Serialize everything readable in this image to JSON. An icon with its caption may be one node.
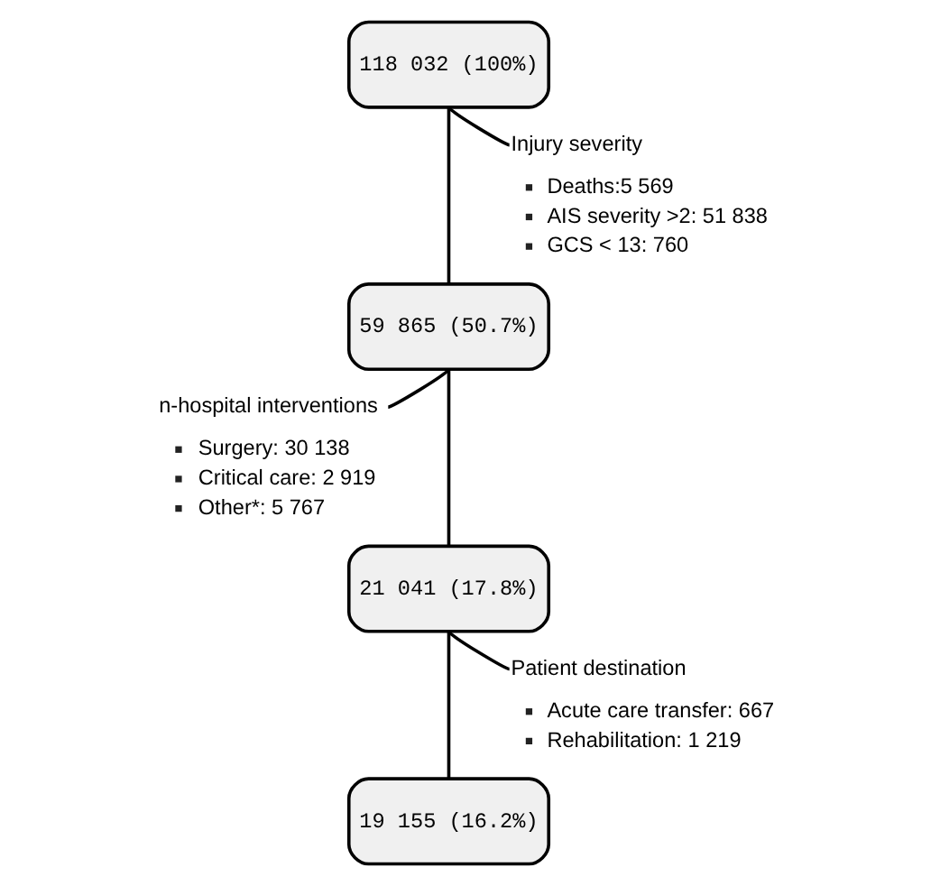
{
  "diagram": {
    "nodes": [
      {
        "text": [
          "118 032 (100%)"
        ]
      },
      {
        "text": [
          "Injury severity",
          "Deaths:5 569",
          "AIS severity >2: 51 838",
          "GCS < 13: 760"
        ]
      },
      {
        "text": [
          "59 865 (50.7%)"
        ]
      },
      {
        "text": [
          "n-hospital interventions",
          "Surgery: 30 138",
          "Critical care: 2 919",
          "Other*: 5 767"
        ]
      },
      {
        "text": [
          "21 041 (17.8%)"
        ]
      },
      {
        "text": [
          "Patient destination",
          "Acute care transfer: 667",
          "Rehabilitation: 1 219"
        ]
      },
      {
        "text": [
          "19 155 (16.2%)"
        ]
      }
    ],
    "edges": [
      {
        "from": 0,
        "to": 2,
        "arrow": "none"
      },
      {
        "from": 0,
        "to": 1,
        "arrow": "none"
      },
      {
        "from": 2,
        "to": 3,
        "arrow": "none"
      },
      {
        "from": 2,
        "to": 4,
        "arrow": "none"
      },
      {
        "from": 4,
        "to": 6,
        "arrow": "none"
      },
      {
        "from": 4,
        "to": 5,
        "arrow": "none"
      }
    ]
  }
}
